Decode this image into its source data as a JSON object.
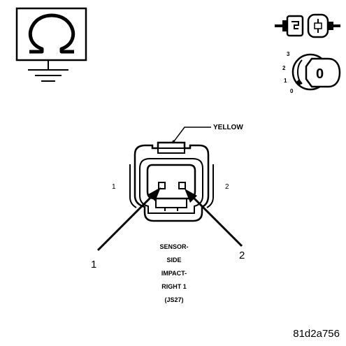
{
  "meter_icon": {
    "symbol": "Ω",
    "name": "ohmmeter-icon"
  },
  "connector_icon": {
    "name": "connector-disconnect-icon"
  },
  "ignition_icon": {
    "name": "ignition-switch-icon",
    "positions": [
      "3",
      "2",
      "1",
      "0"
    ],
    "key_label": "0"
  },
  "connector": {
    "color_callout": "YELLOW",
    "side_labels": {
      "left": "1",
      "right": "2"
    },
    "pin_callouts": [
      "1",
      "2"
    ],
    "title_lines": [
      "SENSOR-",
      "SIDE",
      "IMPACT-",
      "RIGHT 1",
      "(JS27)"
    ]
  },
  "figure_id": "81d2a756",
  "colors": {
    "ink": "#000000",
    "background": "#ffffff"
  }
}
